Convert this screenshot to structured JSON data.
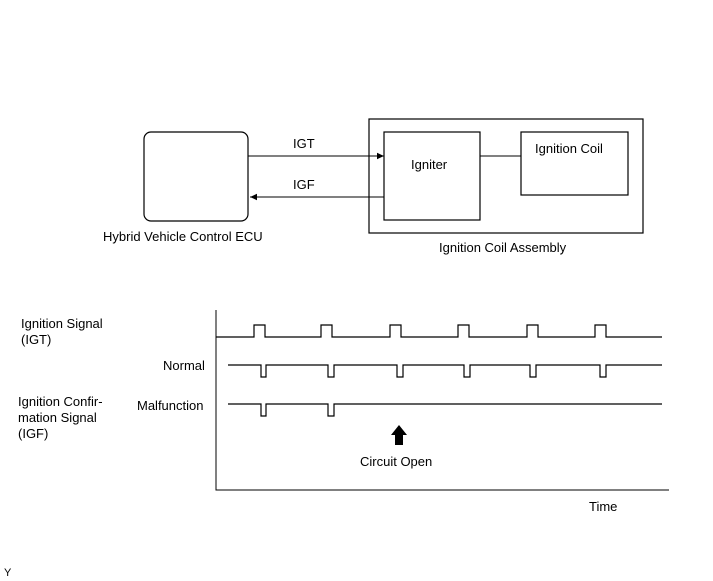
{
  "block_diagram": {
    "ecu_label": "Hybrid Vehicle Control ECU",
    "igt_label": "IGT",
    "igf_label": "IGF",
    "igniter_label": "Igniter",
    "coil_label": "Ignition Coil",
    "assembly_label": "Ignition Coil Assembly"
  },
  "timing_chart": {
    "igt_label_line1": "Ignition Signal",
    "igt_label_line2": "(IGT)",
    "igf_label_line1": "Ignition Confir-",
    "igf_label_line2": "mation Signal",
    "igf_label_line3": "(IGF)",
    "normal_label": "Normal",
    "malfunction_label": "Malfunction",
    "circuit_open_label": "Circuit Open",
    "time_label": "Time"
  },
  "corner_mark": "Y"
}
